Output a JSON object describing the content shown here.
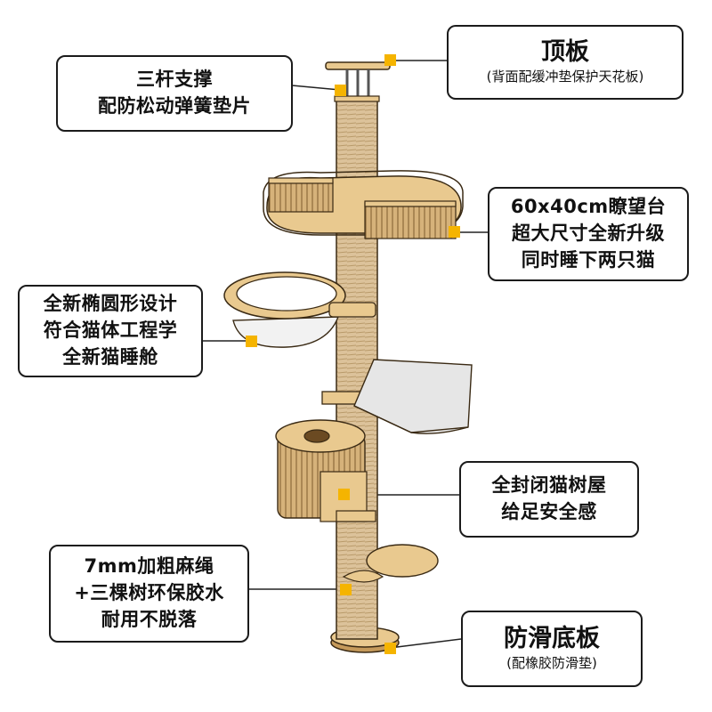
{
  "callouts": {
    "top_plate": {
      "title": "顶板",
      "subtitle": "(背面配缓冲垫保护天花板)"
    },
    "support": {
      "lines": [
        "三杆支撑",
        "配防松动弹簧垫片"
      ]
    },
    "lookout": {
      "lines": [
        "60x40cm瞭望台",
        "超大尺寸全新升级",
        "同时睡下两只猫"
      ]
    },
    "pod": {
      "lines": [
        "全新椭圆形设计",
        "符合猫体工程学",
        "全新猫睡舱"
      ]
    },
    "house": {
      "lines": [
        "全封闭猫树屋",
        "给足安全感"
      ]
    },
    "rope": {
      "lines": [
        "7mm加粗麻绳",
        "+三棵树环保胶水",
        "耐用不脱落"
      ]
    },
    "base": {
      "title": "防滑底板",
      "subtitle": "(配橡胶防滑垫)"
    }
  },
  "colors": {
    "wood": "#e9c98f",
    "wood_dark": "#c59a5b",
    "outline": "#3a2a14",
    "sisal": "#dcc29a",
    "marker": "#f5b400",
    "box_border": "#1b1b1b"
  }
}
